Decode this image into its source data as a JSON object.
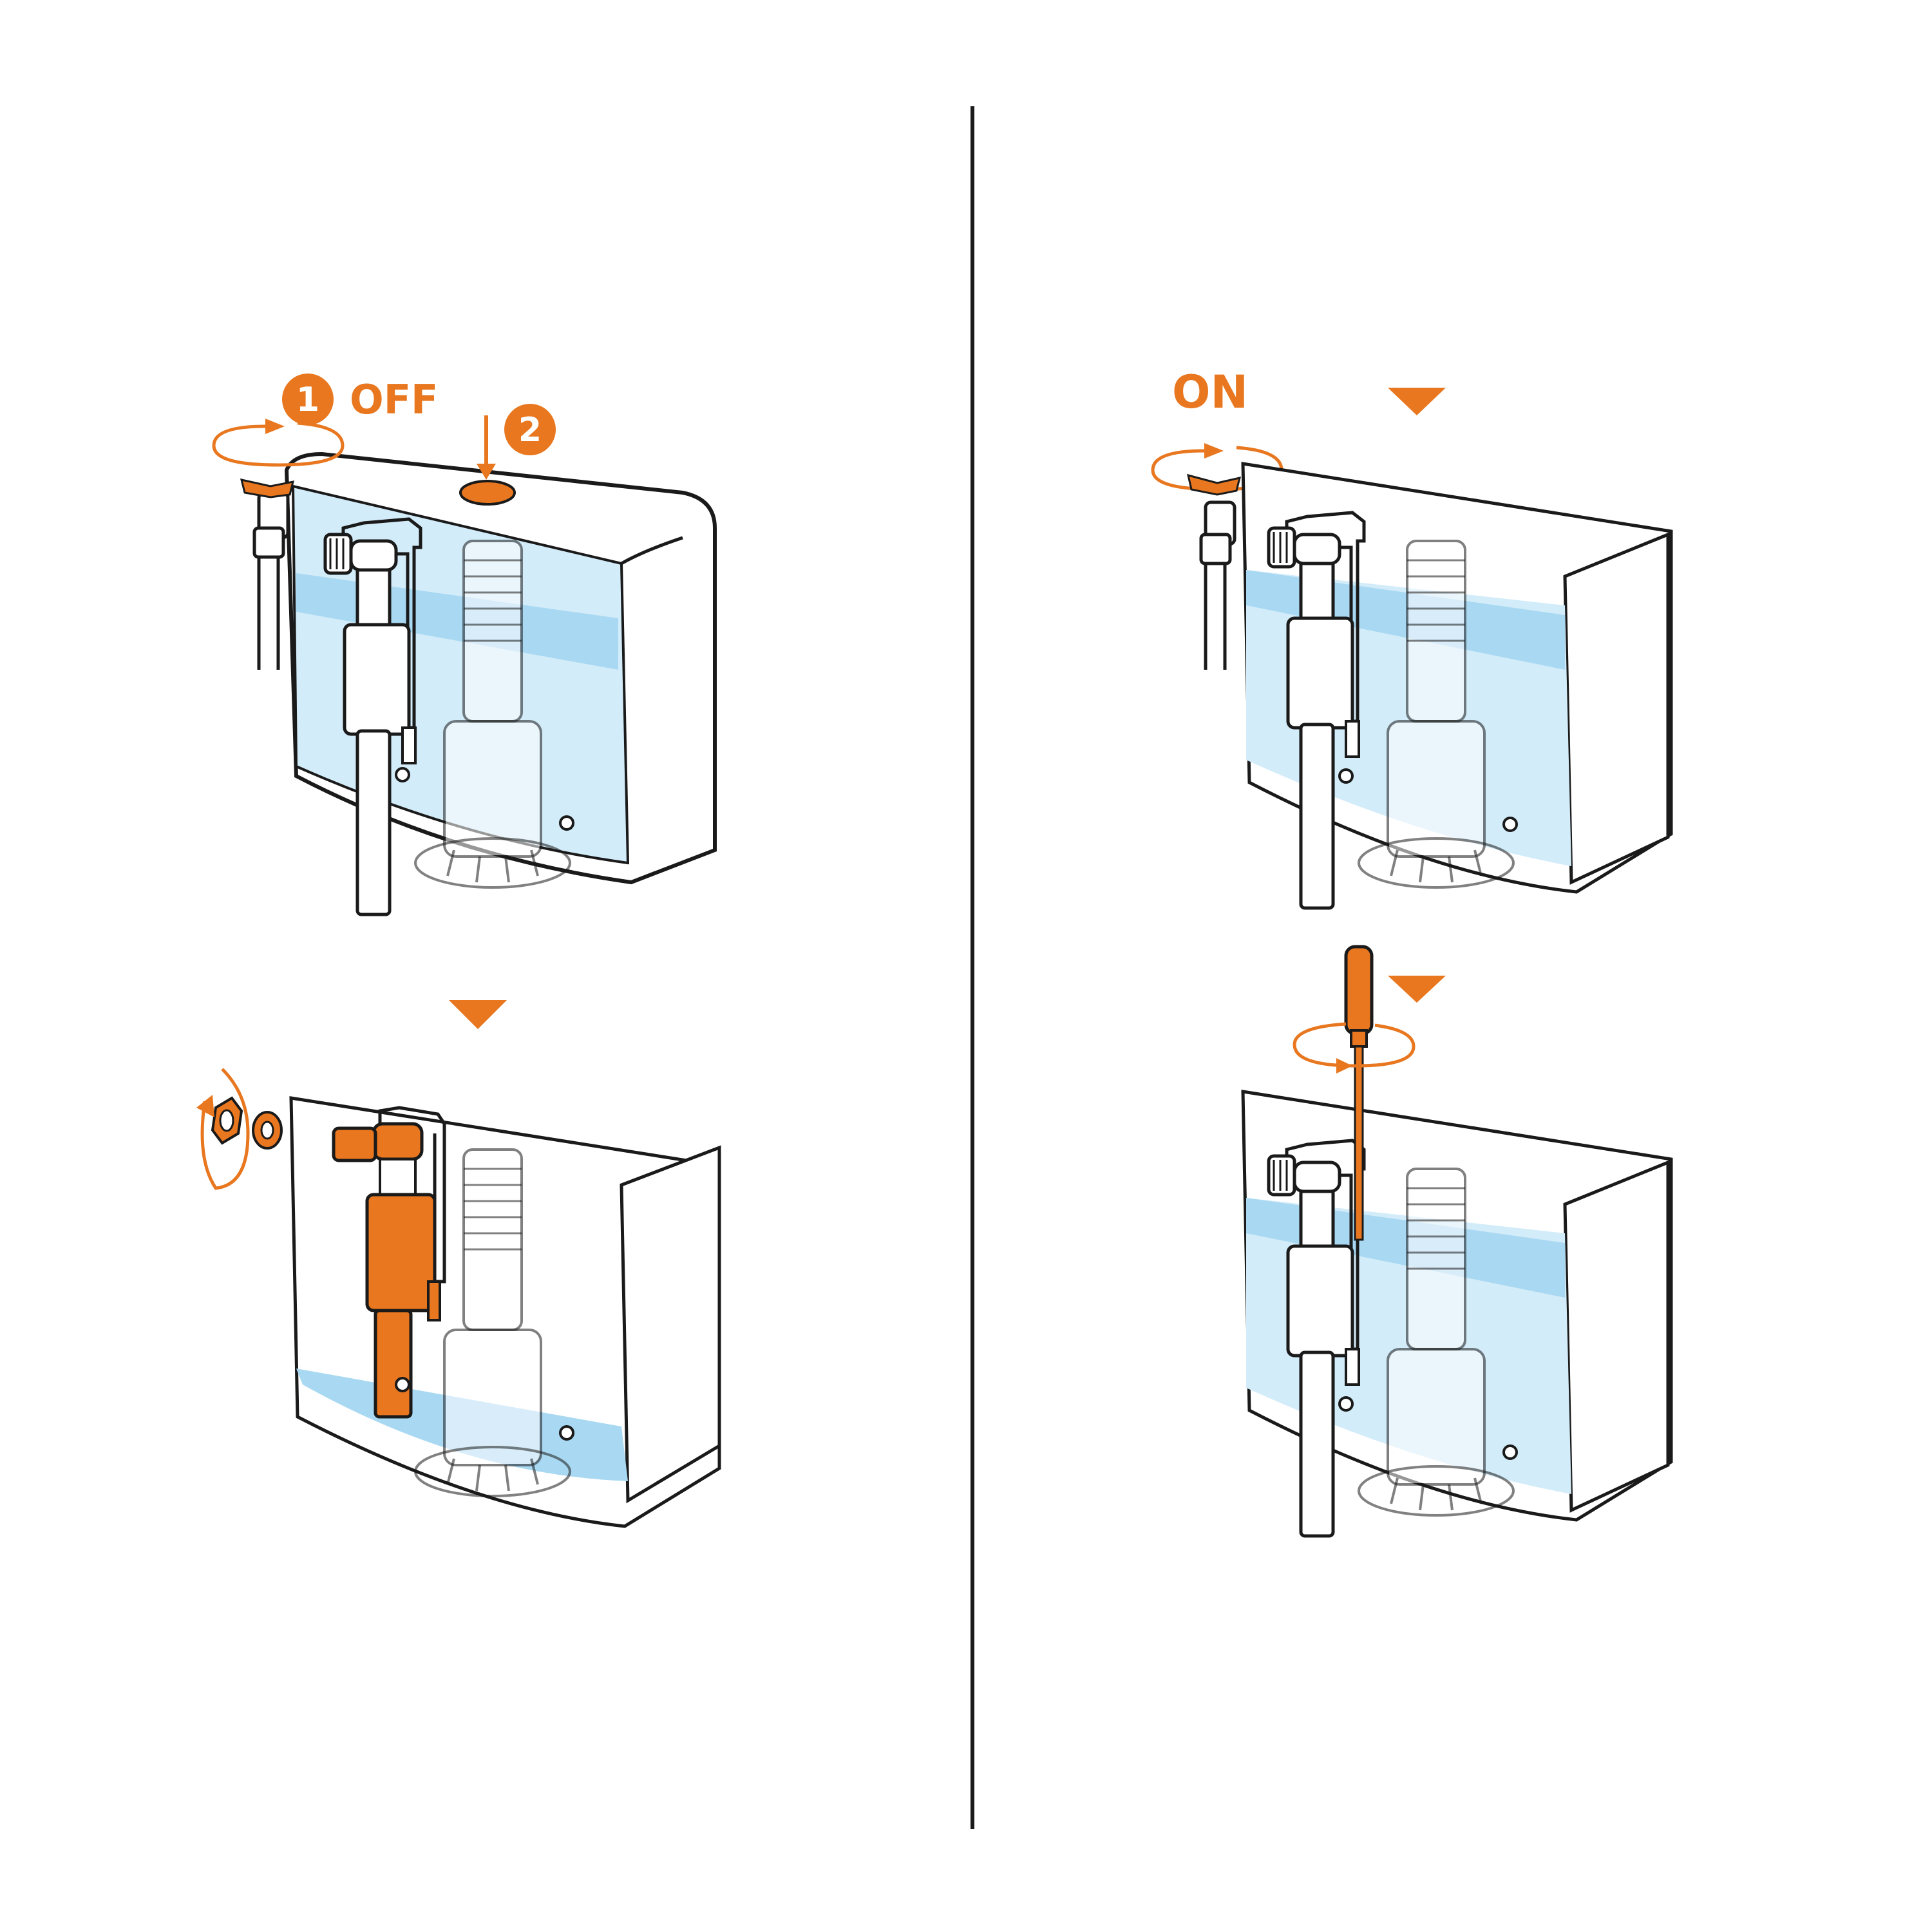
{
  "colors": {
    "accent": "#e8771f",
    "ink": "#1a1a1a",
    "water": "#a9d9f2",
    "water_light": "#d3ecf9",
    "background": "#ffffff"
  },
  "labels": {
    "step1_number": "1",
    "step1_text": "OFF",
    "step2_number": "2",
    "on_text": "ON"
  },
  "panels": [
    {
      "id": "panel-top-left",
      "action": "shut-off-valve-and-flush"
    },
    {
      "id": "panel-bottom-left",
      "action": "remove-nut-and-washer-replace-fill-valve"
    },
    {
      "id": "panel-top-right",
      "action": "open-valve-refill"
    },
    {
      "id": "panel-bottom-right",
      "action": "adjust-fill-level-with-screwdriver"
    }
  ],
  "icons": [
    "arrow-down-triangle-icon",
    "rotation-arrow-icon",
    "screwdriver-icon",
    "nut-icon",
    "washer-icon",
    "push-button-icon"
  ]
}
